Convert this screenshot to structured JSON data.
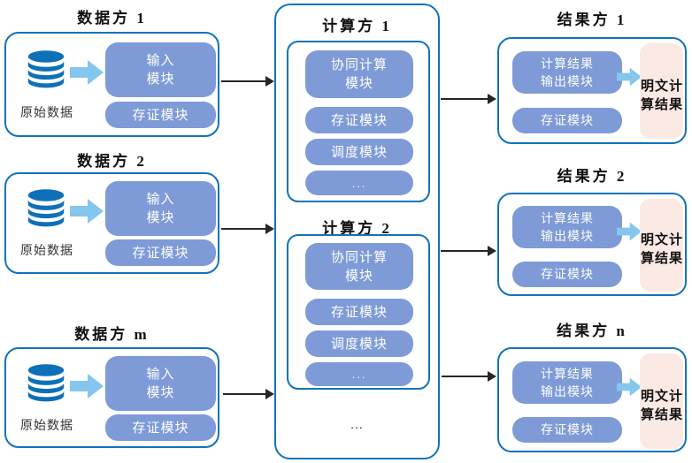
{
  "colors": {
    "box_border": "#1173ba",
    "module_fill": "#7e9bd7",
    "module_text": "#ffffff",
    "database_icon": "#0e70b8",
    "block_arrow": "#85c6ee",
    "plaintext_bg": "#fbe9e4",
    "connector_arrow": "#262626",
    "title_text": "#0f0f0f"
  },
  "icons": {
    "database": "db-cylinder-stack",
    "flow_arrow": "block-arrow-right"
  },
  "data_parties": [
    {
      "title": "数据方 1",
      "db_label": "原始数据",
      "modules": {
        "input": "输入\n模块",
        "storage": "存证模块"
      }
    },
    {
      "title": "数据方 2",
      "db_label": "原始数据",
      "modules": {
        "input": "输入\n模块",
        "storage": "存证模块"
      }
    },
    {
      "title": "数据方 m",
      "db_label": "原始数据",
      "modules": {
        "input": "输入\n模块",
        "storage": "存证模块"
      }
    }
  ],
  "computing": {
    "parties": [
      {
        "title": "计算方 1",
        "modules": [
          "协同计算\n模块",
          "存证模块",
          "调度模块",
          "..."
        ]
      },
      {
        "title": "计算方 2",
        "modules": [
          "协同计算\n模块",
          "存证模块",
          "调度模块",
          "..."
        ]
      }
    ],
    "more_indicator": "..."
  },
  "result_parties": [
    {
      "title": "结果方 1",
      "modules": {
        "output": "计算结果\n输出模块",
        "storage": "存证模块"
      },
      "plaintext_result": "明文计\n算结果"
    },
    {
      "title": "结果方 2",
      "modules": {
        "output": "计算结果\n输出模块",
        "storage": "存证模块"
      },
      "plaintext_result": "明文计\n算结果"
    },
    {
      "title": "结果方 n",
      "modules": {
        "output": "计算结果\n输出模块",
        "storage": "存证模块"
      },
      "plaintext_result": "明文计\n算结果"
    }
  ]
}
